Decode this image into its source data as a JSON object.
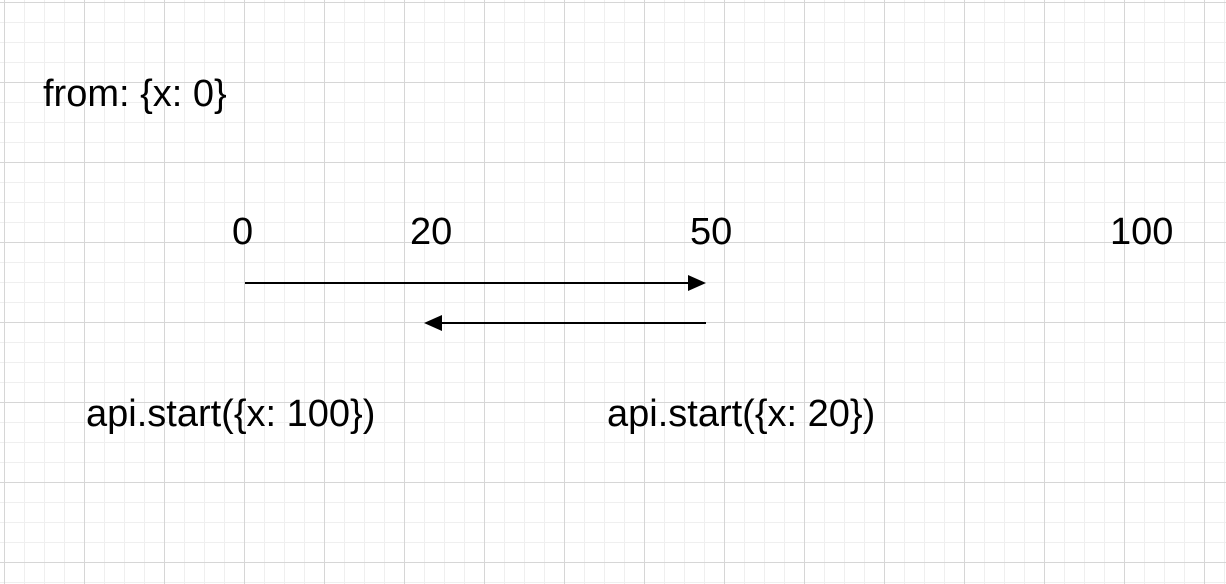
{
  "diagram": {
    "from_label": "from: {x: 0}",
    "ticks": [
      {
        "value": 0,
        "label": "0"
      },
      {
        "value": 20,
        "label": "20"
      },
      {
        "value": 50,
        "label": "50"
      },
      {
        "value": 100,
        "label": "100"
      }
    ],
    "arrows": [
      {
        "from": 0,
        "to": 50,
        "direction": "right"
      },
      {
        "from": 50,
        "to": 20,
        "direction": "left"
      }
    ],
    "calls": [
      {
        "label": "api.start({x: 100})"
      },
      {
        "label": "api.start({x: 20})"
      }
    ],
    "colors": {
      "background": "#ffffff",
      "grid_minor": "#efefef",
      "grid_major": "#d6d6d6",
      "ink": "#000000"
    }
  }
}
